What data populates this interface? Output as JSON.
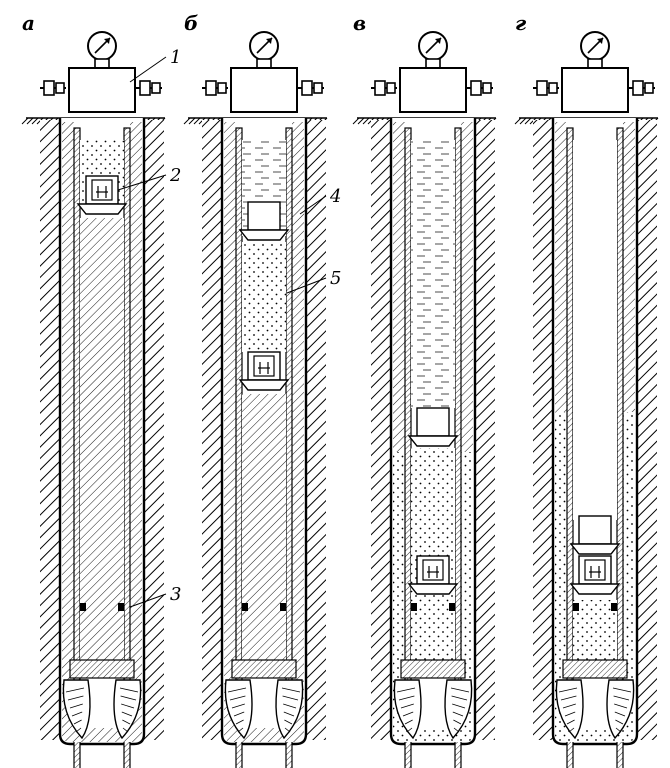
{
  "figure": {
    "panels": [
      {
        "letter": "а",
        "stage": "a"
      },
      {
        "letter": "б",
        "stage": "b"
      },
      {
        "letter": "в",
        "stage": "c"
      },
      {
        "letter": "г",
        "stage": "d"
      }
    ],
    "callouts": [
      {
        "label": "1"
      },
      {
        "label": "2"
      },
      {
        "label": "3"
      },
      {
        "label": "4"
      },
      {
        "label": "5"
      }
    ],
    "colors": {
      "ink": "#000000",
      "paper": "#ffffff"
    }
  }
}
